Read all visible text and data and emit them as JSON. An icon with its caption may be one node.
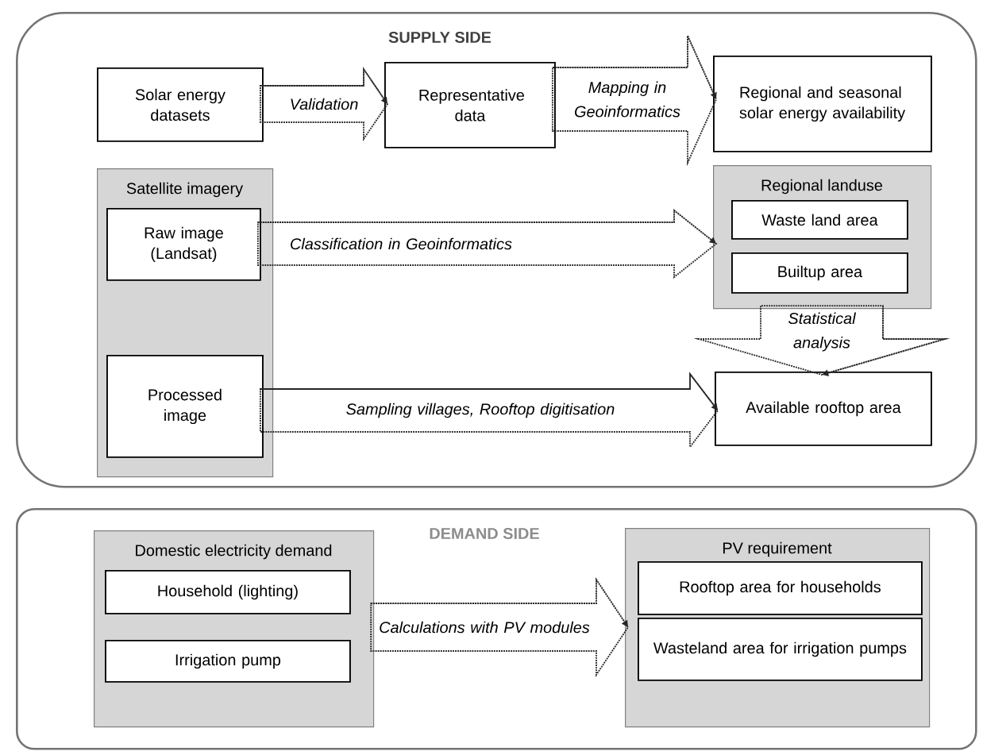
{
  "diagram": {
    "nodes": [
      {
        "text": [
          "SUPPLY SIDE"
        ]
      },
      {
        "text": [
          "Solar energy datasets"
        ],
        "in": 0
      },
      {
        "text": [
          "Representative data"
        ],
        "in": 0
      },
      {
        "text": [
          "Regional and seasonal solar energy availability"
        ],
        "in": 0
      },
      {
        "text": [
          "Satellite imagery"
        ],
        "in": 0
      },
      {
        "text": [
          "Raw image (Landsat)"
        ],
        "in": 4
      },
      {
        "text": [
          "Processed image"
        ],
        "in": 4
      },
      {
        "text": [
          "Regional landuse"
        ],
        "in": 0
      },
      {
        "text": [
          "Waste land area"
        ],
        "in": 7
      },
      {
        "text": [
          "Builtup area"
        ],
        "in": 7
      },
      {
        "text": [
          "Available rooftop area"
        ],
        "in": 0
      },
      {
        "text": [
          "DEMAND SIDE"
        ]
      },
      {
        "text": [
          "Domestic electricity demand"
        ],
        "in": 11
      },
      {
        "text": [
          "Household (lighting)"
        ],
        "in": 12
      },
      {
        "text": [
          "Irrigation pump"
        ],
        "in": 12
      },
      {
        "text": [
          "PV requirement"
        ],
        "in": 11
      },
      {
        "text": [
          "Rooftop area for households"
        ],
        "in": 15
      },
      {
        "text": [
          "Wasteland area for irrigation pumps"
        ],
        "in": 15
      }
    ],
    "edges": [
      {
        "from": 1,
        "to": 2,
        "arrow": "to",
        "label": "Validation"
      },
      {
        "from": 2,
        "to": 3,
        "arrow": "to",
        "label": "Mapping in Geoinformatics"
      },
      {
        "from": 5,
        "to": 7,
        "arrow": "to",
        "label": "Classification in Geoinformatics"
      },
      {
        "from": 6,
        "to": 10,
        "arrow": "to",
        "label": "Sampling villages, Rooftop digitisation"
      },
      {
        "from": 7,
        "to": 10,
        "arrow": "to",
        "label": "Statistical analysis"
      },
      {
        "from": 12,
        "to": 15,
        "arrow": "to",
        "label": "Calculations with PV modules"
      }
    ]
  }
}
